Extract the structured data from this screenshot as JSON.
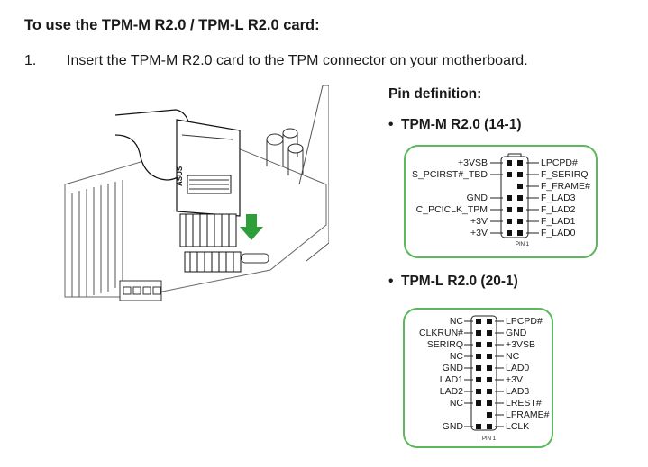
{
  "heading": "To use the TPM-M R2.0 / TPM-L R2.0 card:",
  "step": {
    "number": "1.",
    "text": "Insert the TPM-M R2.0 card to the TPM connector on your motherboard."
  },
  "pin_definition_title": "Pin definition:",
  "tpm_m": {
    "title": "TPM-M R2.0 (14-1)",
    "left_labels": [
      "+3VSB",
      "S_PCIRST#_TBD",
      "",
      "GND",
      "C_PCICLK_TPM",
      "+3V",
      "+3V"
    ],
    "right_labels": [
      "LPCPD#",
      "F_SERIRQ",
      "F_FRAME#",
      "F_LAD3",
      "F_LAD2",
      "F_LAD1",
      "F_LAD0"
    ],
    "pin1_label": "PIN 1"
  },
  "tpm_l": {
    "title": "TPM-L R2.0 (20-1)",
    "left_labels": [
      "NC",
      "CLKRUN#",
      "SERIRQ",
      "NC",
      "GND",
      "LAD1",
      "LAD2",
      "NC",
      "",
      "GND"
    ],
    "right_labels": [
      "LPCPD#",
      "GND",
      "+3VSB",
      "NC",
      "LAD0",
      "+3V",
      "LAD3",
      "LREST#",
      "LFRAME#",
      "LCLK"
    ],
    "pin1_label": "PIN 1"
  },
  "illustration": {
    "chip_brand": "ASUS"
  },
  "colors": {
    "box_border": "#5cb85c",
    "arrow": "#2e9e3a",
    "text": "#1a1a1a"
  }
}
